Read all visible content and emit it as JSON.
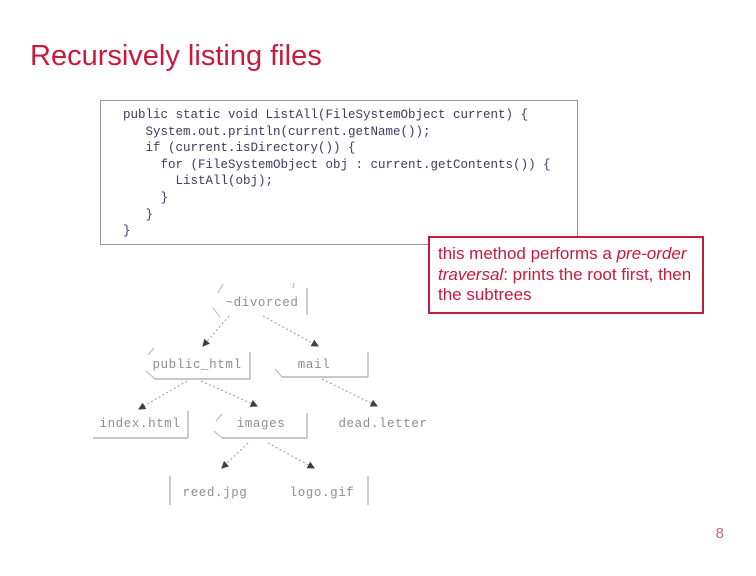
{
  "slide": {
    "title": "Recursively listing files",
    "page_number": "8"
  },
  "code": {
    "lines": [
      "public static void ListAll(FileSystemObject current) {",
      "   System.out.println(current.getName());",
      "   if (current.isDirectory()) {",
      "     for (FileSystemObject obj : current.getContents()) {",
      "       ListAll(obj);",
      "     }",
      "   }",
      "}"
    ]
  },
  "callout": {
    "before": "this method performs a ",
    "italic": "pre-order traversal",
    "after": ": prints the root first, then the subtrees"
  },
  "tree": {
    "nodes": [
      {
        "label": "~divorced",
        "type": "directory"
      },
      {
        "label": "public_html",
        "type": "directory"
      },
      {
        "label": "mail",
        "type": "directory"
      },
      {
        "label": "index.html",
        "type": "file"
      },
      {
        "label": "images",
        "type": "directory"
      },
      {
        "label": "dead.letter",
        "type": "file"
      },
      {
        "label": "reed.jpg",
        "type": "file"
      },
      {
        "label": "logo.gif",
        "type": "file"
      }
    ],
    "edges": [
      {
        "from": "~divorced",
        "to": "public_html"
      },
      {
        "from": "~divorced",
        "to": "mail"
      },
      {
        "from": "public_html",
        "to": "index.html"
      },
      {
        "from": "public_html",
        "to": "images"
      },
      {
        "from": "mail",
        "to": "dead.letter"
      },
      {
        "from": "images",
        "to": "reed.jpg"
      },
      {
        "from": "images",
        "to": "logo.gif"
      }
    ]
  },
  "colors": {
    "accent": "#c81a3c",
    "code_text": "#3b3b64",
    "code_border": "#9099ae",
    "tree_text": "#8d8d8d",
    "tree_line": "#a6a6a6",
    "arrow": "#3f3f3f",
    "page_number": "#b46b7e"
  }
}
